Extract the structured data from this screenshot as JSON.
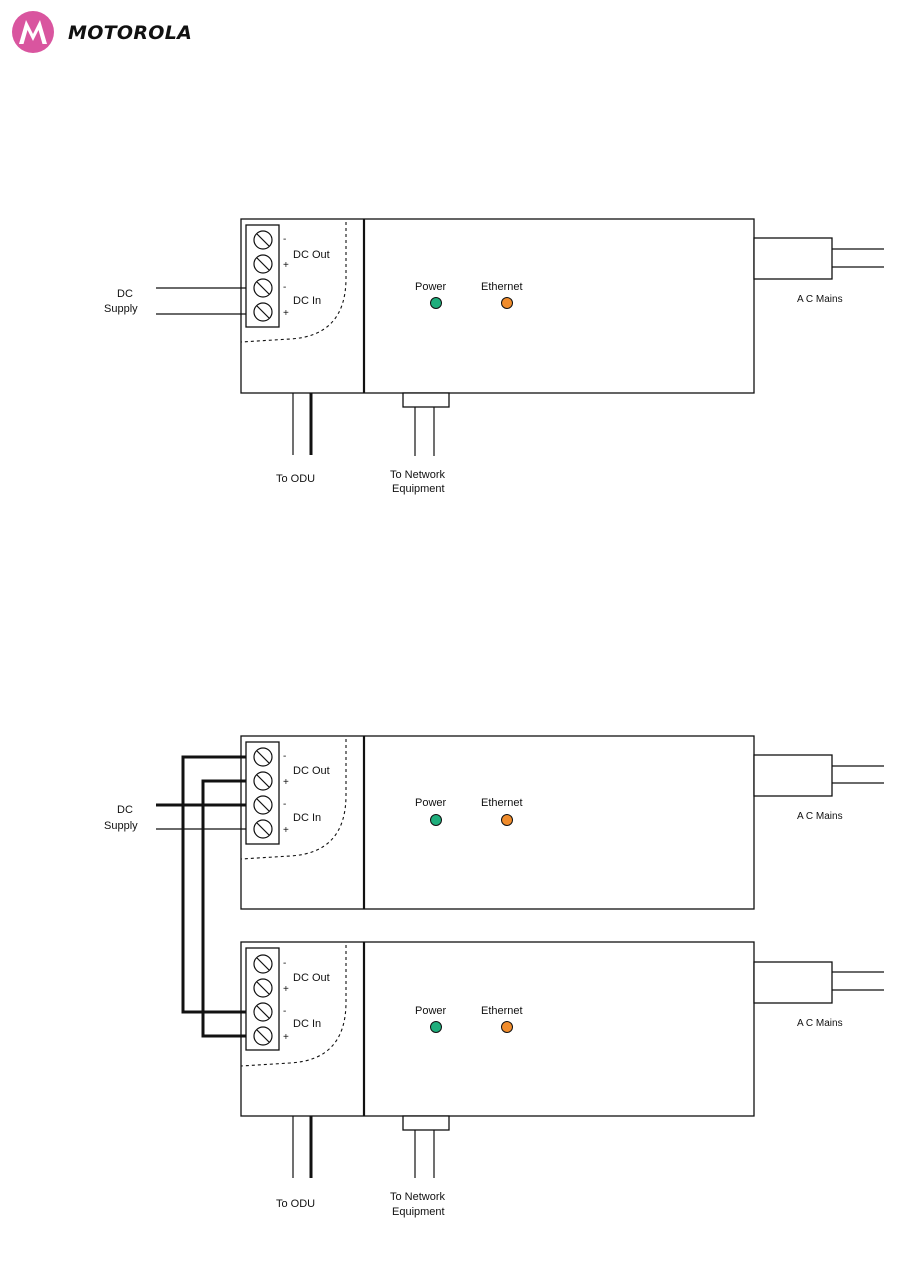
{
  "header": {
    "brand": "MOTOROLA",
    "logo_colors": {
      "circle": "#d9559f",
      "mark": "#ffffff"
    }
  },
  "colors": {
    "power_led": "#1fae7c",
    "ethernet_led": "#f08c2c"
  },
  "terminal_labels": {
    "minus": "-",
    "plus": "+",
    "dc_out": "DC Out",
    "dc_in": "DC In"
  },
  "led_labels": {
    "power": "Power",
    "ethernet": "Ethernet"
  },
  "ac_mains_label": "A C Mains",
  "dc_supply_label": {
    "line1": "DC",
    "line2": "Supply"
  },
  "to_odu_label": "To ODU",
  "to_network_label": {
    "line1": "To Network",
    "line2": "Equipment"
  }
}
